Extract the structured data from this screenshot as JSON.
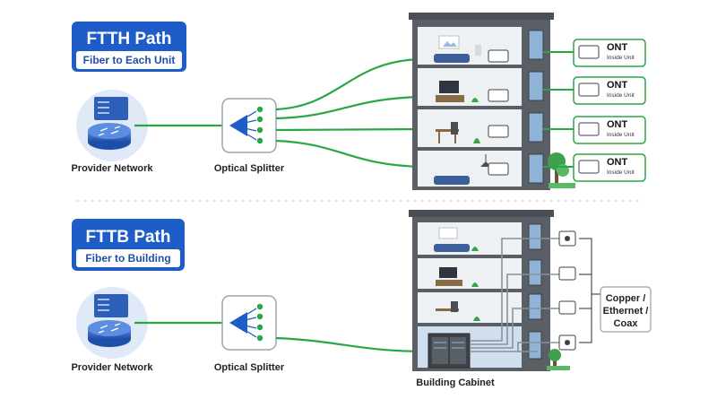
{
  "ftth": {
    "title": "FTTH Path",
    "subtitle": "Fiber to Each Unit",
    "provider_label": "Provider Network",
    "splitter_label": "Optical Splitter",
    "ont_title": "ONT",
    "ont_sub": "Inside Unit"
  },
  "fttb": {
    "title": "FTTB Path",
    "subtitle": "Fiber to Building",
    "provider_label": "Provider Network",
    "splitter_label": "Optical Splitter",
    "cabinet_label": "Building Cabinet",
    "copper_lines": [
      "Copper /",
      "Ethernet /",
      "Coax"
    ]
  },
  "colors": {
    "fiber": "#2aa745",
    "badge": "#1e5cc8",
    "building": "#5a5f66",
    "window": "#8fb4d8",
    "floor_bg": "#eef1f4",
    "cable": "#8a9099"
  }
}
